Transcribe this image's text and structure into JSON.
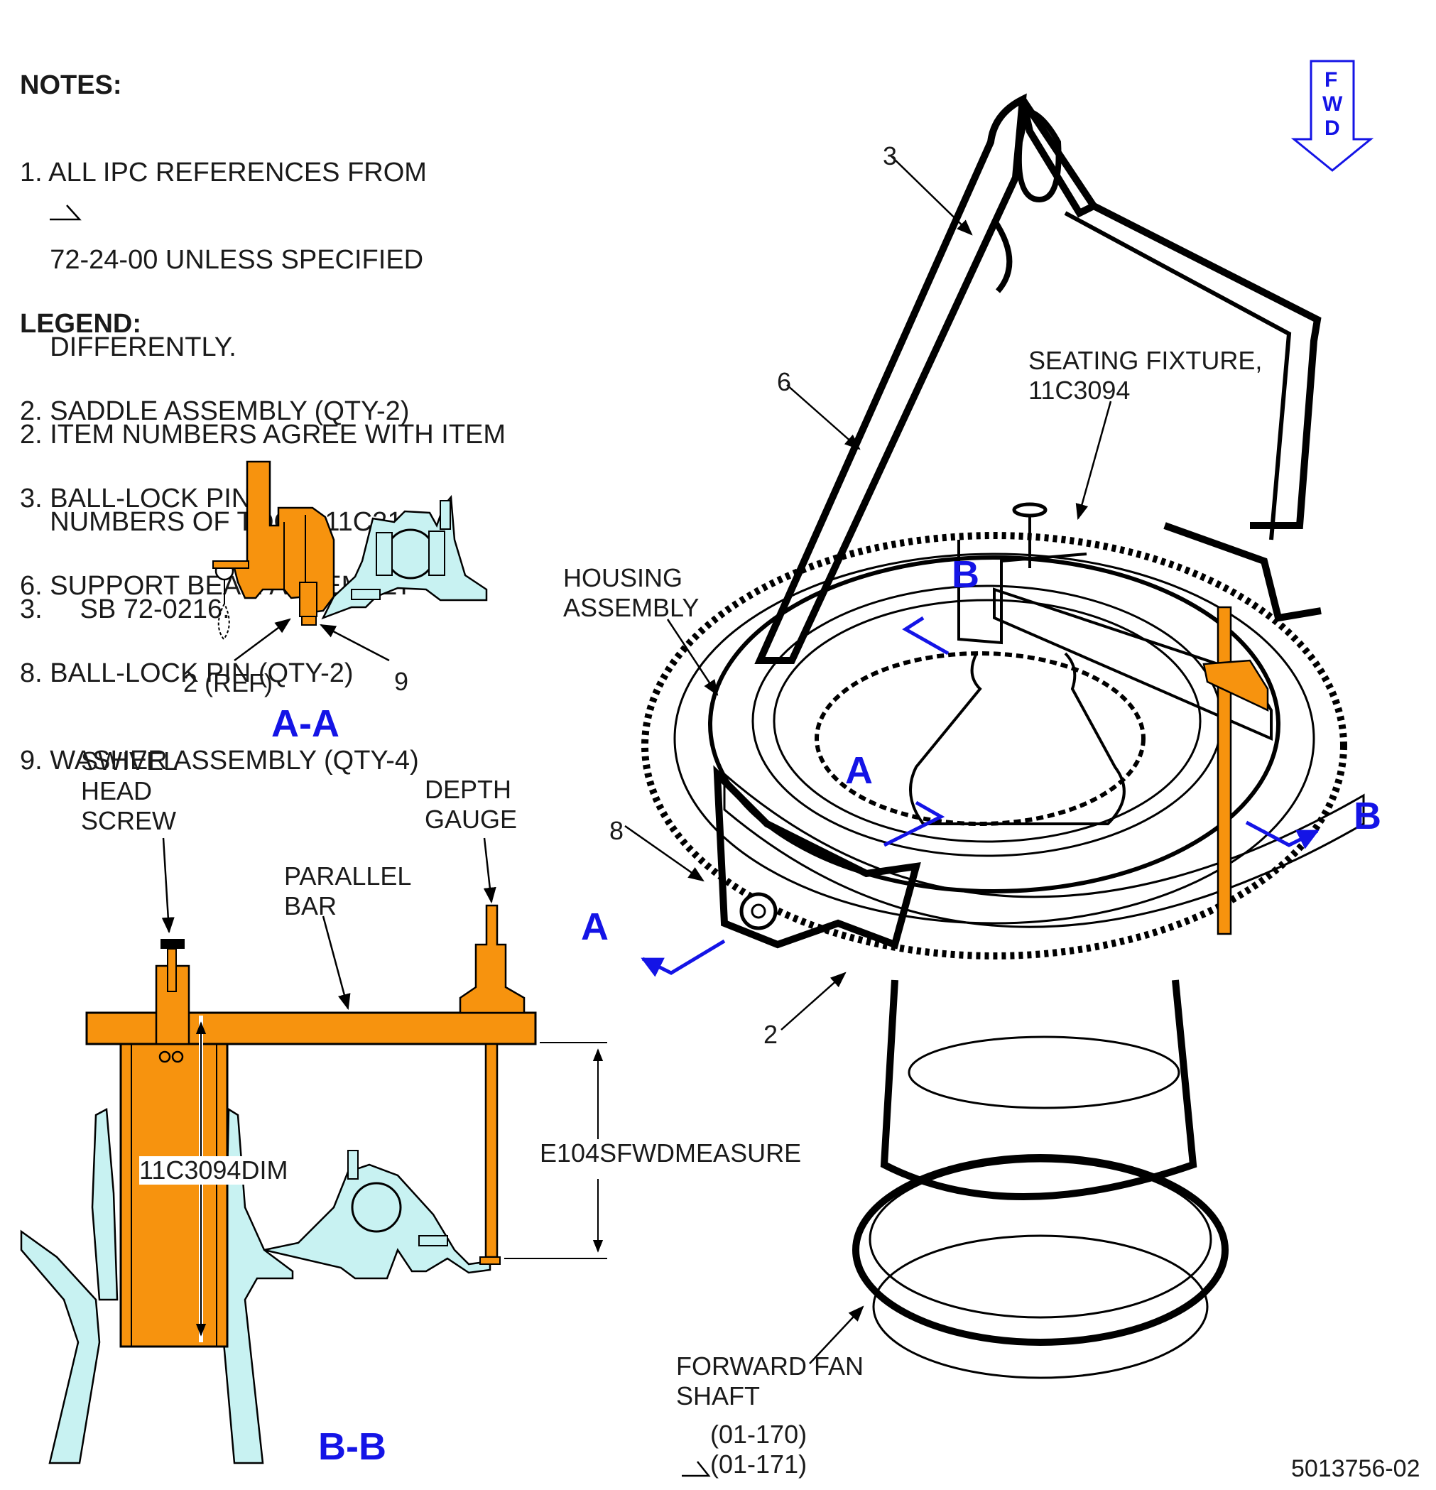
{
  "notes": {
    "heading": "NOTES:",
    "lines": [
      "1. ALL IPC REFERENCES FROM",
      "    72-24-00 UNLESS SPECIFIED",
      "    DIFFERENTLY.",
      "2. ITEM NUMBERS AGREE WITH ITEM",
      "    NUMBERS OF TOOL, 11C3118.",
      "3.     SB 72-0216."
    ]
  },
  "legend": {
    "heading": "LEGEND:",
    "items": [
      "2. SADDLE ASSEMBLY (QTY-2)",
      "3. BALL-LOCK PIN",
      "6. SUPPORT BEAM ASSEMBLY",
      "8. BALL-LOCK PIN (QTY-2)",
      "9. WASHER ASSEMBLY (QTY-4)"
    ]
  },
  "fwd_arrow": {
    "letters": [
      "F",
      "W",
      "D"
    ]
  },
  "section_aa": {
    "title": "A-A",
    "callout_ref": "2 (REF)",
    "callout_9": "9"
  },
  "section_bb": {
    "title": "B-B",
    "swivel_head_screw": [
      "SWIVEL",
      "HEAD",
      "SCREW"
    ],
    "depth_gauge": [
      "DEPTH",
      "GAUGE"
    ],
    "parallel_bar": [
      "PARALLEL",
      "BAR"
    ],
    "dim_label": "11C3094DIM",
    "measure_label": "E104SFWDMEASURE"
  },
  "main_view": {
    "callout_3": "3",
    "callout_6": "6",
    "callout_8": "8",
    "callout_2": "2",
    "seating_fixture": [
      "SEATING FIXTURE,",
      "11C3094"
    ],
    "housing_assembly": [
      "HOUSING",
      "ASSEMBLY"
    ],
    "forward_fan_shaft": [
      "FORWARD FAN",
      "SHAFT"
    ],
    "part_refs": [
      "(01-170)",
      "(01-171)"
    ],
    "section_marks": {
      "a1": "A",
      "a2": "A",
      "b1": "B",
      "b2": "B"
    }
  },
  "figure_id": "5013756-02",
  "colors": {
    "orange": "#f7930e",
    "light_blue": "#c8f2f2",
    "section_blue": "#1414e6",
    "line": "#000000"
  }
}
